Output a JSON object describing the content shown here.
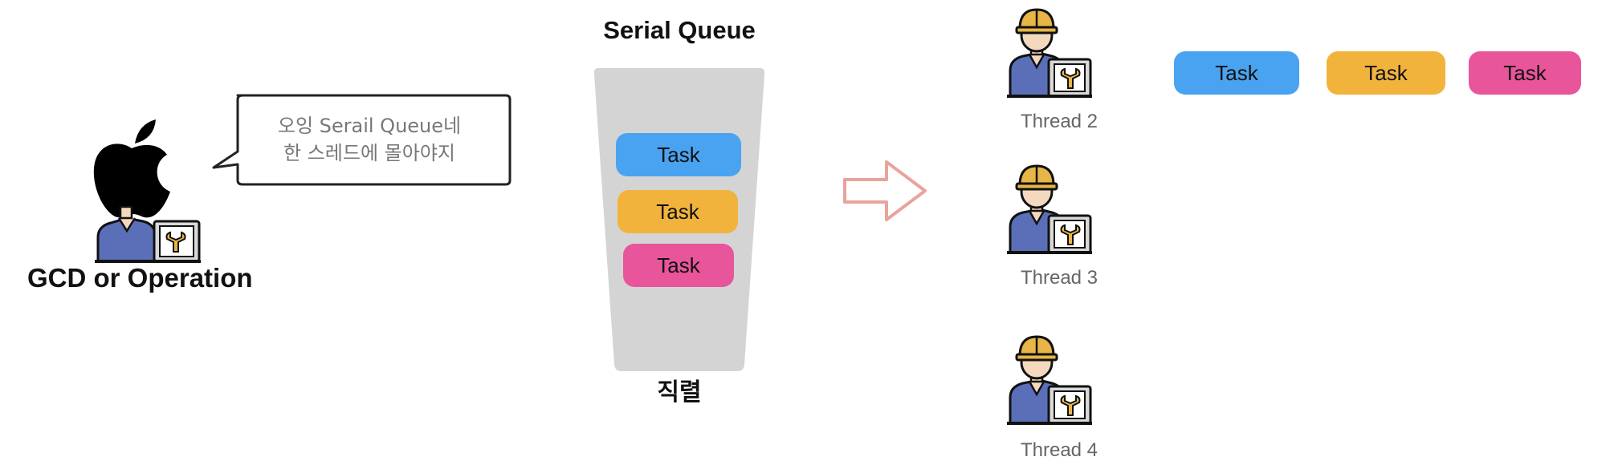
{
  "actor": {
    "label": "GCD or Operation",
    "speech": [
      "오잉 Serail Queue네",
      "한 스레드에 몰아야지"
    ]
  },
  "queue": {
    "title": "Serial Queue",
    "caption": "직렬",
    "tasks": [
      {
        "label": "Task",
        "color": "#4aa3f0"
      },
      {
        "label": "Task",
        "color": "#f2b33d"
      },
      {
        "label": "Task",
        "color": "#e8559b"
      }
    ]
  },
  "threads": [
    {
      "label": "Thread 2"
    },
    {
      "label": "Thread 3"
    },
    {
      "label": "Thread 4"
    }
  ],
  "assigned_tasks": [
    {
      "label": "Task",
      "color": "#4aa3f0"
    },
    {
      "label": "Task",
      "color": "#f2b33d"
    },
    {
      "label": "Task",
      "color": "#e8559b"
    }
  ],
  "colors": {
    "queue_body": "#d4d4d4",
    "arrow": "#e9a39b",
    "worker_shirt": "#5a6fb8",
    "helmet": "#e8b646"
  },
  "icons": [
    "apple-logo-icon",
    "worker-icon",
    "wrench-icon",
    "arrow-right-icon"
  ]
}
